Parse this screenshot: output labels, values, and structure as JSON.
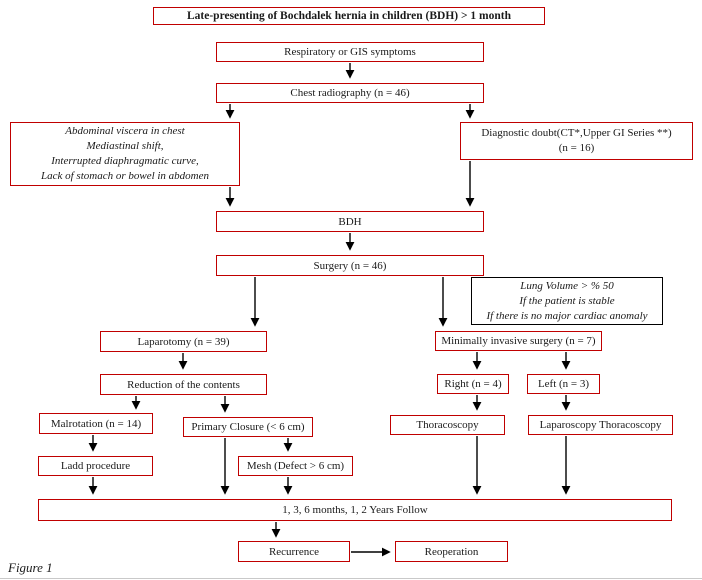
{
  "figure": {
    "caption": "Figure 1",
    "colors": {
      "box_border_red": "#c00000",
      "condition_box_border": "#000000",
      "arrow": "#000000",
      "text": "#1a1a1a"
    }
  },
  "nodes": {
    "title": {
      "label": "Late-presenting of Bochdalek hernia in children (BDH) > 1 month"
    },
    "respiratory": {
      "label": "Respiratory or GIS symptoms"
    },
    "chest_radiography": {
      "label": "Chest radiography (n = 46)"
    },
    "radiographic_findings": {
      "lines": [
        "Abdominal viscera in chest",
        "Mediastinal shift,",
        "Interrupted diaphragmatic curve,",
        "Lack of stomach or bowel in abdomen"
      ]
    },
    "diagnostic_doubt": {
      "lines": [
        "Diagnostic doubt(CT*,Upper GI Series **)",
        "(n = 16)"
      ]
    },
    "bdh": {
      "label": "BDH"
    },
    "surgery": {
      "label": "Surgery (n = 46)"
    },
    "lung_volume": {
      "lines": [
        "Lung Volume > % 50",
        "If the patient is stable",
        "If there is no major cardiac anomaly"
      ]
    },
    "laparotomy": {
      "label": "Laparotomy (n = 39)"
    },
    "minimally_invasive": {
      "label": "Minimally invasive surgery (n = 7)"
    },
    "reduction": {
      "label": "Reduction of the contents"
    },
    "right_side": {
      "label": "Right (n = 4)"
    },
    "left_side": {
      "label": "Left (n = 3)"
    },
    "malrotation": {
      "label": "Malrotation (n = 14)"
    },
    "primary_closure": {
      "label": "Primary Closure (< 6 cm)"
    },
    "thoracoscopy": {
      "label": "Thoracoscopy"
    },
    "laparoscopy_thoracoscopy": {
      "label": "Laparoscopy Thoracoscopy"
    },
    "ladd_procedure": {
      "label": "Ladd procedure"
    },
    "mesh": {
      "label": "Mesh (Defect > 6 cm)"
    },
    "follow_up": {
      "label": "1, 3, 6 months, 1, 2 Years Follow"
    },
    "recurrence": {
      "label": "Recurrence"
    },
    "reoperation": {
      "label": "Reoperation"
    }
  }
}
